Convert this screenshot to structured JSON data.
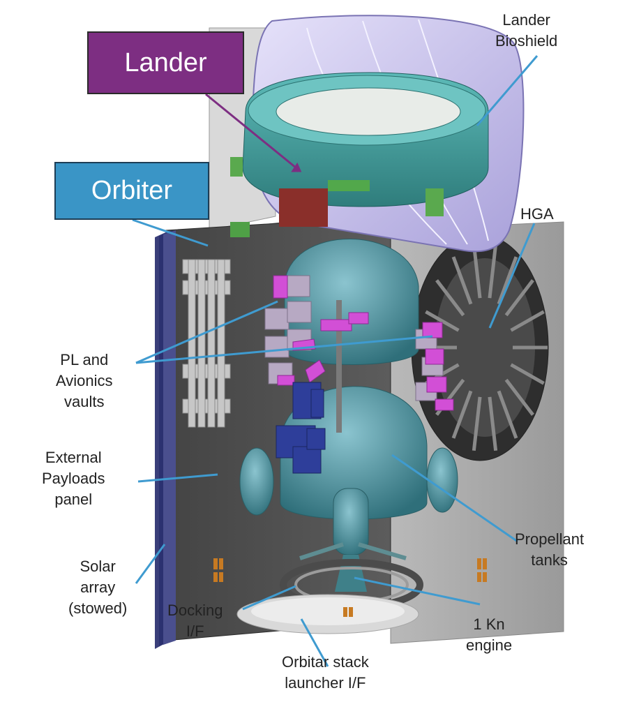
{
  "colors": {
    "lander_box": "#7d2e82",
    "orbiter_box": "#3a95c6",
    "leader_blue": "#3f9bd0",
    "leader_purple": "#7d2e82",
    "bioshield": "#c9c3ec",
    "lander_ring": "#48a7a6",
    "tank": "#4f8f98",
    "vault_magenta": "#d24fd6",
    "vault_blue": "#2e3e9a",
    "panel_dark": "#3c3c3c",
    "panel_grey": "#a9a9a9"
  },
  "boxes": {
    "lander": "Lander",
    "orbiter": "Orbiter"
  },
  "labels": {
    "bioshield": [
      "Lander",
      "Bioshield"
    ],
    "hga": "HGA",
    "pl_vaults": [
      "PL and",
      "Avionics",
      "vaults"
    ],
    "external_payloads": [
      "External",
      "Payloads",
      "panel"
    ],
    "solar_array": [
      "Solar",
      "array",
      "(stowed)"
    ],
    "docking": [
      "Docking",
      "I/F"
    ],
    "stack_launcher": [
      "Orbitar stack",
      "launcher I/F"
    ],
    "engine": [
      "1 Kn",
      "engine"
    ],
    "propellant": [
      "Propellant",
      "tanks"
    ]
  }
}
